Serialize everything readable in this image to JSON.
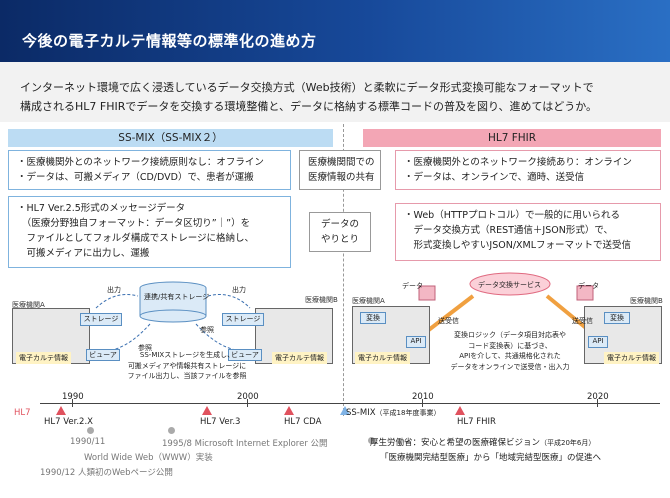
{
  "header": {
    "title": "今後の電子カルテ情報等の標準化の進め方"
  },
  "intro": {
    "line1": "インターネット環境で広く浸透しているデータ交換方式（Web技術）と柔軟にデータ形式変換可能なフォーマットで",
    "line2": "構成されるHL7 FHIRでデータを交換する環境整備と、データに格納する標準コードの普及を図り、進めてはどうか。"
  },
  "ssmix": {
    "heading": "SS-MIX（SS-MIX２）",
    "network": [
      "・医療機関外とのネットワーク接続原則なし：オフライン",
      "・データは、可搬メディア（CD/DVD）で、患者が運搬"
    ],
    "format": [
      "・HL7 Ver.2.5形式のメッセージデータ",
      "　（医療分野独自フォーマット：データ区切り”｜”）を",
      "　ファイルとしてフォルダ構成でストレージに格納し、",
      "　可搬メディアに出力し、運搬"
    ],
    "diagram": {
      "facility_a": "医療機関A",
      "facility_b": "医療機関B",
      "shared_storage": "連携/共有ストレージ",
      "storage": "ストレージ",
      "viewer": "ビューア",
      "emr": "電子カルテ情報",
      "output": "出力",
      "reference": "参照",
      "note": [
        "SS-MIXストレージを生成し、",
        "可搬メディアや情報共有ストレージに",
        "ファイル出力し、当該ファイルを参照"
      ]
    }
  },
  "center": {
    "box1": [
      "医療機関間での",
      "医療情報の共有"
    ],
    "box2": [
      "データの",
      "やりとり"
    ]
  },
  "fhir": {
    "heading": "HL7 FHIR",
    "network": [
      "・医療機関外とのネットワーク接続あり：オンライン",
      "・データは、オンラインで、適時、送受信"
    ],
    "format": [
      "・Web（HTTPプロトコル）で一般的に用いられる",
      "　データ交換方式（REST通信＋JSON形式）で、",
      "　形式変換しやすいJSON/XMLフォーマットで送受信"
    ],
    "diagram": {
      "facility_a": "医療機関A",
      "facility_b": "医療機関B",
      "data_a": "データ",
      "data_b": "データ",
      "service": "データ交換サービス",
      "convert": "変換",
      "api": "API",
      "emr": "電子カルテ情報",
      "send": "送受信",
      "note": [
        "変換ロジック（データ項目対応表や",
        "コード変換表）に基づき、",
        "APIを介して、共通規格化された",
        "データをオンラインで送受信・出入力"
      ]
    }
  },
  "timeline": {
    "hl7_label": "HL7",
    "years": [
      "1990",
      "2000",
      "2010",
      "2020"
    ],
    "hl7v2": "HL7 Ver.2.X",
    "hl7v3": "HL7 Ver.3",
    "hl7cda": "HL7 CDA",
    "ssmix": "SS-MIX",
    "ssmix_note": "（平成18年度事業）",
    "fhir": "HL7 FHIR",
    "ev1_date": "1990/11",
    "ev1_text": "World Wide Web（WWW）実装",
    "ev2": "1995/8 Microsoft Internet Explorer 公開",
    "ev3": "1990/12 人類初のWebページ公開",
    "mhlw": "厚生労働省：安心と希望の医療確保ビジョン",
    "mhlw_date": "（平成20年6月）",
    "mhlw2": "「医療機関完結型医療」から「地域完結型医療」の促進へ"
  },
  "colors": {
    "header": "#17499a",
    "ssmix": "#bcdcf3",
    "fhir": "#f3a6b5",
    "hl7_marker": "#e0525e"
  }
}
